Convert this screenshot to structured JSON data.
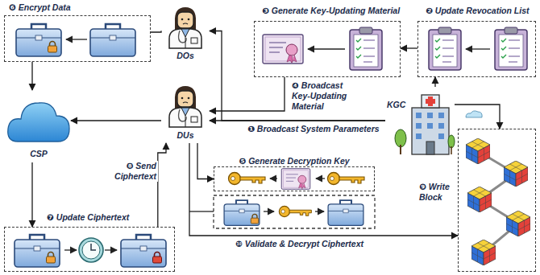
{
  "diagram": {
    "nodes": [
      {
        "text": [
          "❻ Encrypt Data"
        ]
      },
      {
        "text": [
          "DOs"
        ]
      },
      {
        "text": [
          "❸ Generate Key-Updating Material"
        ]
      },
      {
        "text": [
          "❷ Update Revocation List"
        ]
      },
      {
        "text": [
          "CSP"
        ]
      },
      {
        "text": [
          "DUs"
        ]
      },
      {
        "text": [
          "KGC"
        ]
      },
      {
        "text": [
          "❺ Generate Decryption Key"
        ]
      },
      {
        "text": [
          "❼ Update Ciphertext"
        ]
      },
      {
        "text": [
          "❾ Write Block"
        ]
      }
    ],
    "edges": [
      {
        "from": 6,
        "to": 5,
        "arrow": "to",
        "label": "❶ Broadcast System Parameters"
      },
      {
        "from": 6,
        "to": 1,
        "arrow": "to"
      },
      {
        "from": 5,
        "to": 4,
        "arrow": "to"
      },
      {
        "from": 6,
        "to": 3,
        "arrow": "to"
      },
      {
        "from": 3,
        "to": 2,
        "arrow": "to"
      },
      {
        "from": 2,
        "to": 5,
        "arrow": "to",
        "label": "❹ Broadcast Key-Updating Material"
      },
      {
        "from": 1,
        "to": 0,
        "arrow": "none"
      },
      {
        "from": 0,
        "to": 4,
        "arrow": "to"
      },
      {
        "from": 4,
        "to": 8,
        "arrow": "to"
      },
      {
        "from": 8,
        "to": 5,
        "arrow": "to",
        "label": "❽ Send Ciphertext"
      },
      {
        "from": 5,
        "to": 7,
        "arrow": "to"
      },
      {
        "from": 6,
        "to": 9,
        "arrow": "to"
      },
      {
        "from": 5,
        "to": 9,
        "arrow": "to",
        "label": "❿ Validate & Decrypt Ciphertext"
      }
    ]
  }
}
